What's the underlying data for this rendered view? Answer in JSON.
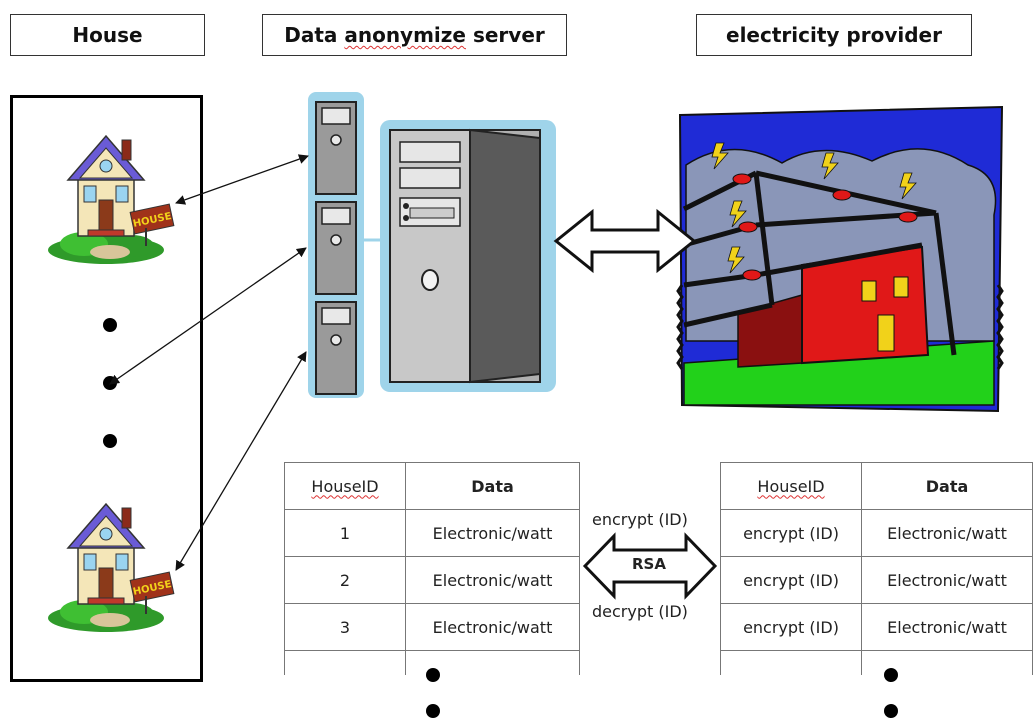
{
  "headers": {
    "house": "House",
    "server": "Data anonymize server",
    "provider": "electricity provider"
  },
  "house_sign": "HOUSE",
  "left_table": {
    "columns": [
      "HouseID",
      "Data"
    ],
    "rows": [
      [
        "1",
        "Electronic/watt"
      ],
      [
        "2",
        "Electronic/watt"
      ],
      [
        "3",
        "Electronic/watt"
      ]
    ]
  },
  "right_table": {
    "columns": [
      "HouseID",
      "Data"
    ],
    "rows": [
      [
        "encrypt (ID)",
        "Electronic/watt"
      ],
      [
        "encrypt (ID)",
        "Electronic/watt"
      ],
      [
        "encrypt (ID)",
        "Electronic/watt"
      ]
    ]
  },
  "rsa": {
    "label": "RSA",
    "encrypt_label": "encrypt (ID)",
    "decrypt_label": "decrypt (ID)"
  },
  "colors": {
    "server_glow": "#9fd4ea",
    "server_body": "#8d8d8d",
    "sky": "#1f2bd6",
    "cloud": "#8a96b8",
    "building": "#e01818",
    "grass": "#22d11a",
    "window": "#f1d21a"
  }
}
